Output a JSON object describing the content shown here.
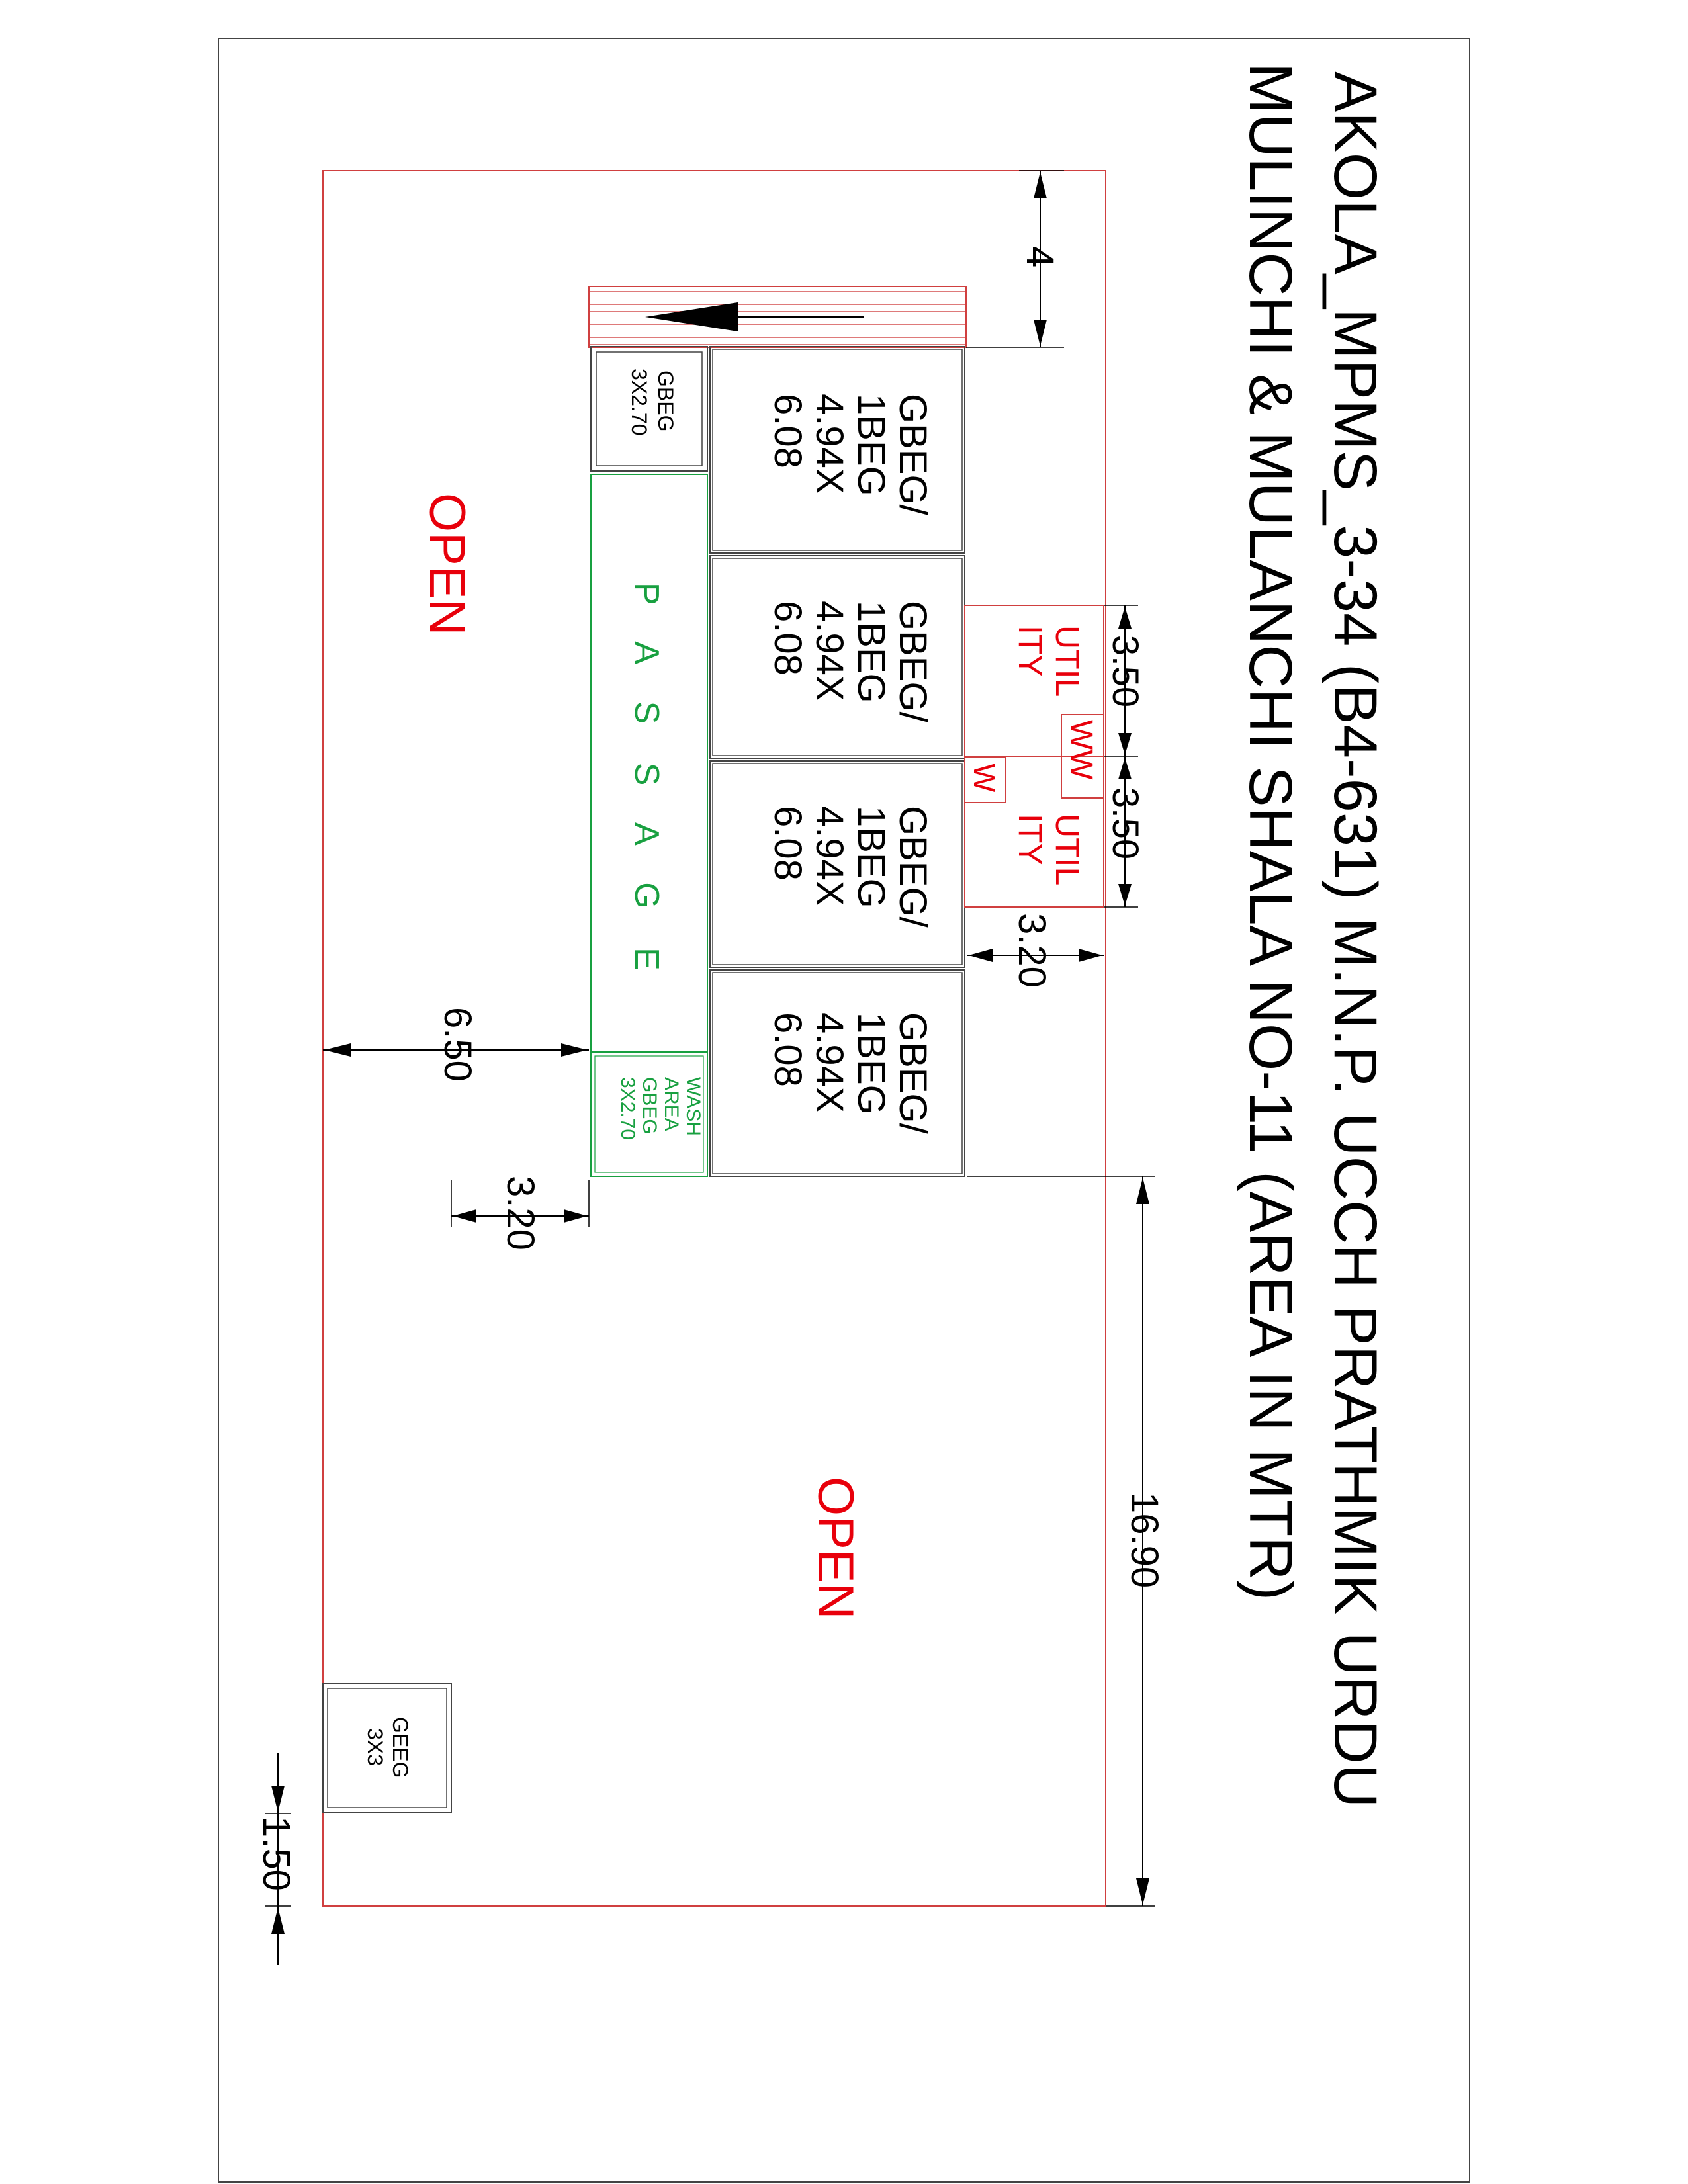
{
  "title": {
    "line1": "AKOLA_MPMS_3-34 (B4-631) M.N.P. UCCH PRATHMIK URDU",
    "line2": "MULINCHI & MULANCHI SHALA NO-11 (AREA IN  MTR)"
  },
  "open_labels": [
    "OPEN",
    "OPEN"
  ],
  "rooms": [
    {
      "l1": "GBEG/",
      "l2": "1BEG",
      "l3": "4.94X",
      "l4": "6.08"
    },
    {
      "l1": "GBEG/",
      "l2": "1BEG",
      "l3": "4.94X",
      "l4": "6.08"
    },
    {
      "l1": "GBEG/",
      "l2": "1BEG",
      "l3": "4.94X",
      "l4": "6.08"
    },
    {
      "l1": "GBEG/",
      "l2": "1BEG",
      "l3": "4.94X",
      "l4": "6.08"
    }
  ],
  "small_room": {
    "l1": "GBEG",
    "l2": "3X2.70"
  },
  "geeg_room": {
    "l1": "GEEG",
    "l2": "3X3"
  },
  "passage": "P A S S A G E",
  "wash_area": {
    "l1": "WASH",
    "l2": "AREA",
    "l3": "GBEG",
    "l4": "3X2.70"
  },
  "utility": [
    {
      "l1": "UTIL",
      "l2": "ITY"
    },
    {
      "l1": "UTIL",
      "l2": "ITY"
    }
  ],
  "wc": [
    "WW",
    "W"
  ],
  "dimensions": {
    "d4": "4",
    "d350a": "3.50",
    "d350b": "3.50",
    "d320a": "3.20",
    "d650": "6.50",
    "d320b": "3.20",
    "d1690": "16.90",
    "d150": "1.50"
  },
  "colors": {
    "line": "#000000",
    "plot_boundary": "#d04040",
    "red_text": "#e8000b",
    "green_text": "#18a040"
  }
}
